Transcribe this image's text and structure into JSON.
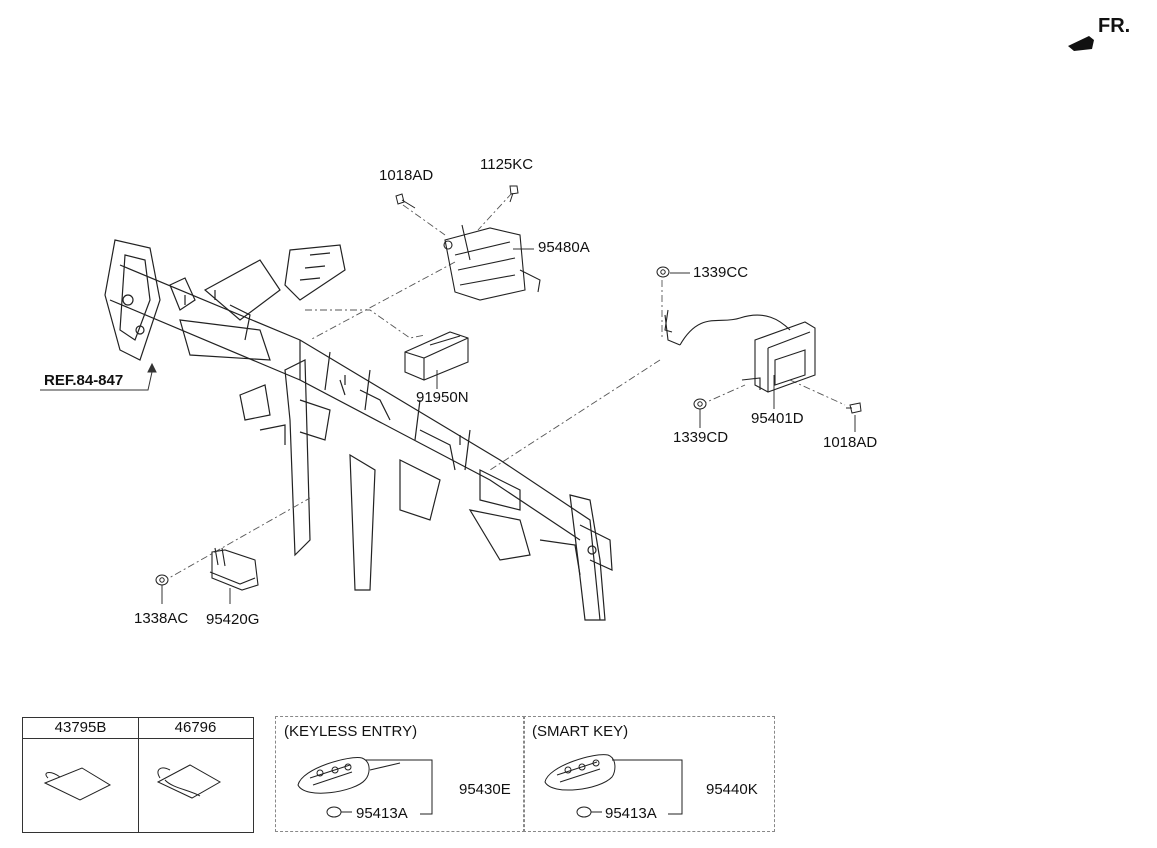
{
  "header": {
    "front_marker": "FR."
  },
  "parts": {
    "p1018AD_top": "1018AD",
    "p1125KC": "1125KC",
    "p95480A": "95480A",
    "p1339CC": "1339CC",
    "p91950N": "91950N",
    "p95401D": "95401D",
    "p1339CD": "1339CD",
    "p1018AD_right": "1018AD",
    "p1338AC": "1338AC",
    "p95420G": "95420G",
    "ref": "REF.84-847"
  },
  "table": {
    "col1": "43795B",
    "col2": "46796"
  },
  "keyless": {
    "title": "(KEYLESS ENTRY)",
    "remote": "95430E",
    "battery": "95413A"
  },
  "smartkey": {
    "title": "(SMART KEY)",
    "remote": "95440K",
    "battery": "95413A"
  }
}
